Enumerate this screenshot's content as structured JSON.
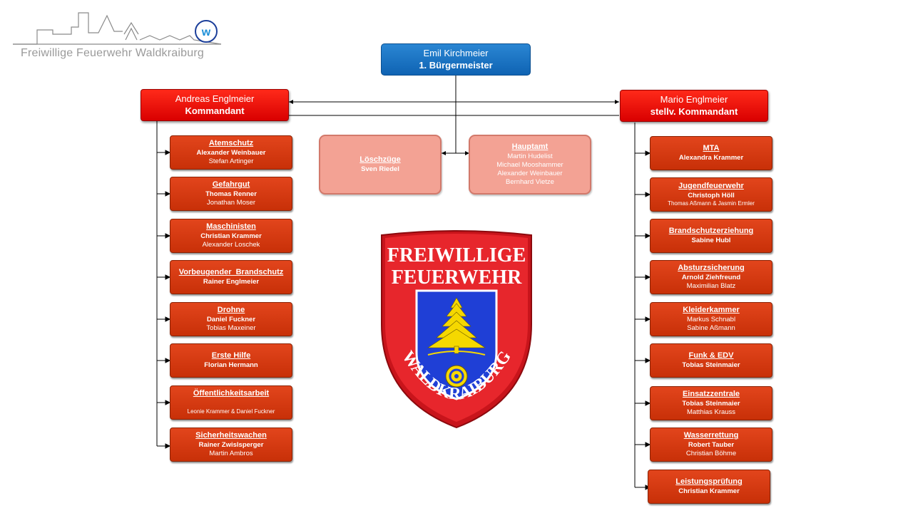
{
  "org": {
    "name": "Freiwillige Feuerwehr Waldkraiburg",
    "mayor": {
      "name": "Emil Kirchmeier",
      "role": "1. Bürgermeister"
    },
    "commander": {
      "name": "Andreas Englmeier",
      "role": "Kommandant"
    },
    "deputy": {
      "name": "Mario Englmeier",
      "role": "stellv. Kommandant"
    },
    "center": [
      {
        "title": "Löschzüge",
        "people": [
          "Sven Riedel"
        ]
      },
      {
        "title": "Hauptamt",
        "people": [
          "Martin Hudelist",
          "Michael Mooshammer",
          "Alexander Weinbauer",
          "Bernhard Vietze"
        ]
      }
    ],
    "left": [
      {
        "title": "Atemschutz",
        "p1": "Alexander Weinbauer",
        "p2": "Stefan Artinger"
      },
      {
        "title": "Gefahrgut",
        "p1": "Thomas Renner",
        "p2": "Jonathan Moser"
      },
      {
        "title": "Maschinisten",
        "p1": "Christian Krammer",
        "p2": "Alexander Loschek"
      },
      {
        "title": "Vorbeugender  Brandschutz",
        "p1": "Rainer Englmeier",
        "p2": ""
      },
      {
        "title": "Drohne",
        "p1": "Daniel Fuckner",
        "p2": "Tobias Maxeiner"
      },
      {
        "title": "Erste Hilfe",
        "p1": "Florian Hermann",
        "p2": ""
      },
      {
        "title": "Öffentlichkeitsarbeit",
        "p1": "",
        "p2": "Leonie Krammer & Daniel Fuckner"
      },
      {
        "title": "Sicherheitswachen",
        "p1": "Rainer Zwislsperger",
        "p2": "Martin Ambros"
      }
    ],
    "right": [
      {
        "title": "MTA",
        "p1": "Alexandra Krammer",
        "p2": ""
      },
      {
        "title": "Jugendfeuerwehr",
        "p1": "Christoph Höll",
        "p2": "Thomas Aßmann & Jasmin Ermler"
      },
      {
        "title": "Brandschutzerziehung",
        "p1": "Sabine Hubl",
        "p2": ""
      },
      {
        "title": "Absturzsicherung",
        "p1": "Arnold Ziehfreund",
        "p2": "Maximilian Blatz"
      },
      {
        "title": "Kleiderkammer",
        "p1": "",
        "p2": "Markus Schnabl",
        "p3": "Sabine Aßmann"
      },
      {
        "title": "Funk & EDV",
        "p1": "Tobias Steinmaier",
        "p2": ""
      },
      {
        "title": "Einsatzzentrale",
        "p1": "Tobias Steinmaier",
        "p2": "Matthias Krauss"
      },
      {
        "title": "Wasserrettung",
        "p1": "Robert Tauber",
        "p2": "Christian Böhme"
      },
      {
        "title": "Leistungsprüfung",
        "p1": "Christian Krammer",
        "p2": ""
      }
    ],
    "emblem": {
      "top1": "FREIWILLIGE",
      "top2": "FEUERWEHR",
      "bottom": "WALDKRAIBURG"
    }
  },
  "colors": {
    "mayor": "#1670c2",
    "commander": "#ff1a0a",
    "unit": "#d63a10",
    "pink": "#f3a294",
    "shield_blue": "#1f3fd6",
    "tree_yellow": "#f5d800"
  }
}
